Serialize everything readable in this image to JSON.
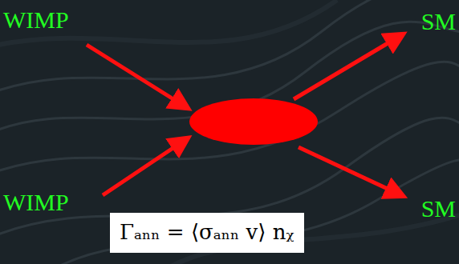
{
  "diagram": {
    "nodes": [
      {
        "text": [
          "Γₐₙₙ = ⟨σₐₙₙ v⟩ nᵪ"
        ]
      }
    ],
    "labels": [
      "WIMP",
      "SM",
      "WIMP",
      "SM"
    ]
  }
}
